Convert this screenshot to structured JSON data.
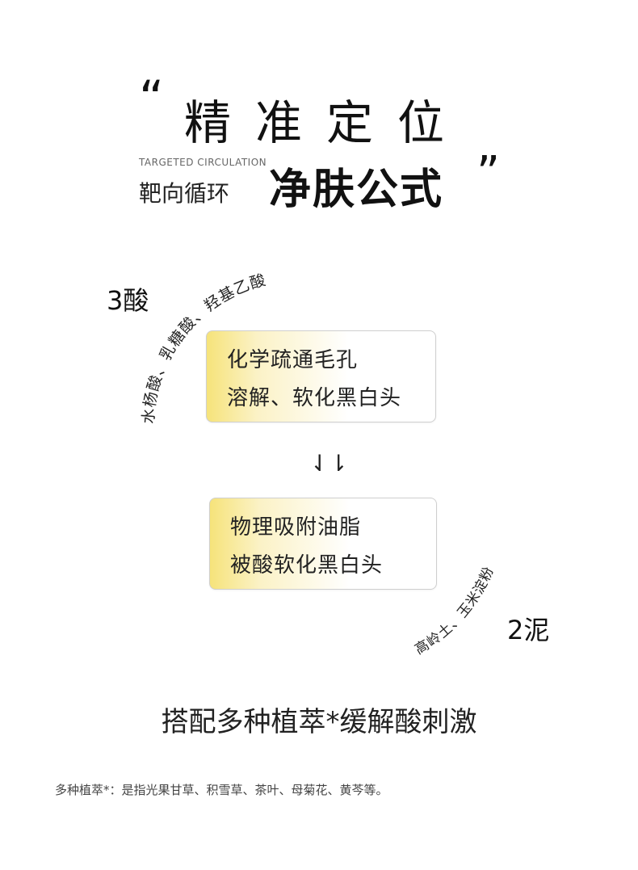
{
  "header": {
    "quote_open": "“",
    "title": "精准定位",
    "subtitle_en": "TARGETED CIRCULATION",
    "subtitle_cn": "靶向循环",
    "subtitle_big": "净肤公式",
    "quote_close": "”"
  },
  "acid": {
    "label": "3酸",
    "curve_text": "水杨酸、乳糖酸、羟基乙酸"
  },
  "card_top": {
    "line1": "化学疏通毛孔",
    "line2": "溶解、软化黑白头"
  },
  "arrows": "⇃⇂",
  "card_bottom": {
    "line1": "物理吸附油脂",
    "line2": "被酸软化黑白头"
  },
  "mud": {
    "label": "2泥",
    "curve_text": "高岭土、玉米淀粉"
  },
  "tagline": "搭配多种植萃*缓解酸刺激",
  "footnote": "多种植萃*：是指光果甘草、积雪草、茶叶、母菊花、黄芩等。",
  "colors": {
    "card_highlight": "#f6e37a",
    "text": "#222222"
  }
}
